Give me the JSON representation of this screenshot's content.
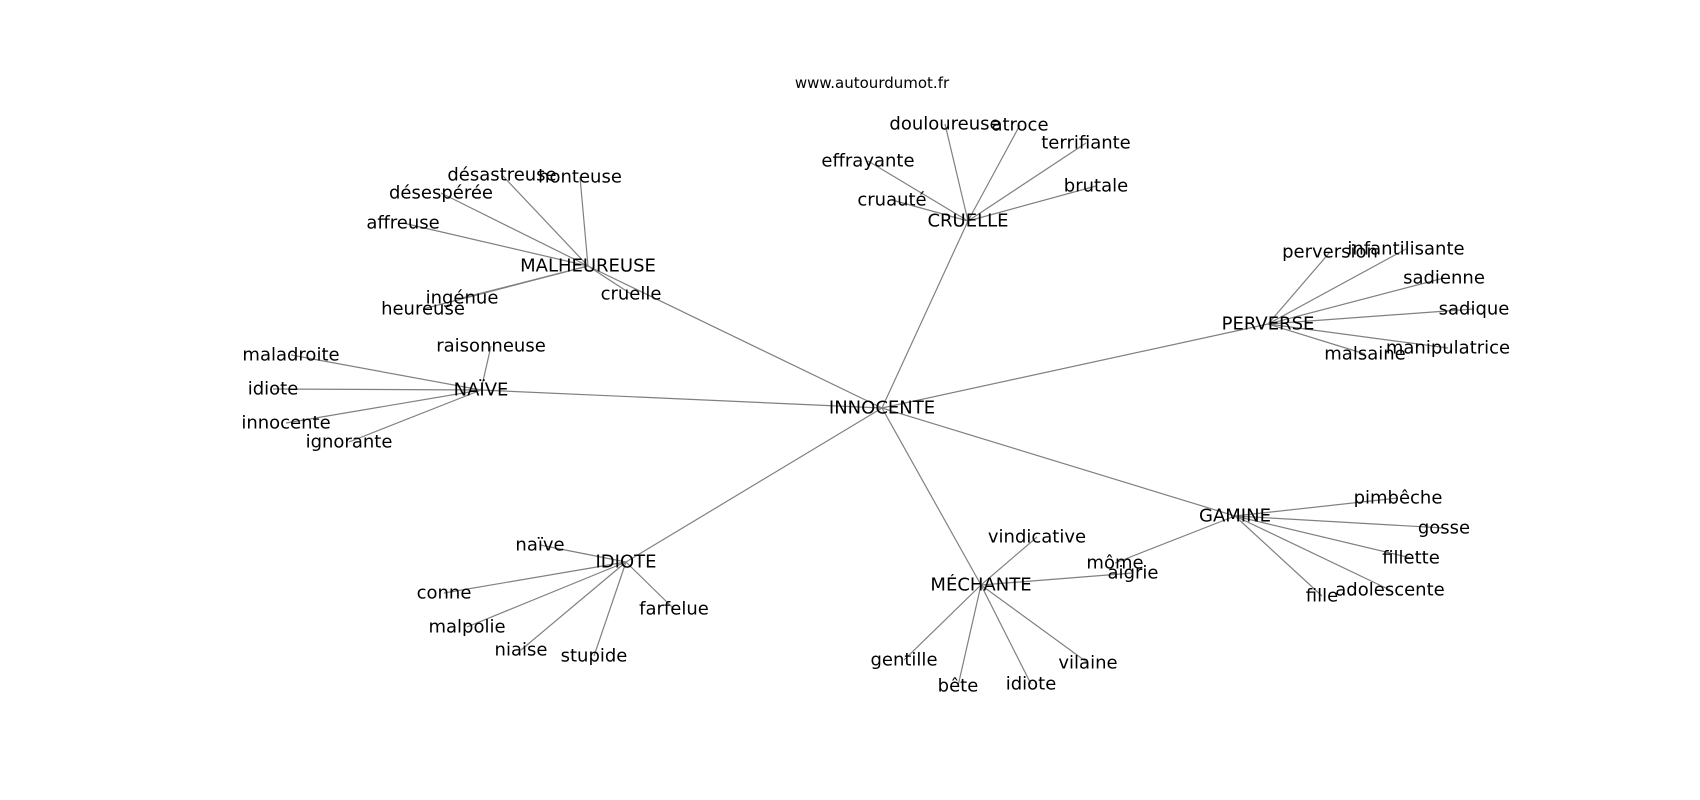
{
  "source": "www.autourdumot.fr",
  "colors": {
    "edge": "#808080",
    "text": "#000000",
    "background": "#ffffff"
  },
  "graph": {
    "center": "INNOCENTE",
    "clusters": [
      {
        "hub": "MALHEUREUSE",
        "leaves": [
          "désastreuse",
          "honteuse",
          "désespérée",
          "affreuse",
          "ingénue",
          "heureuse",
          "cruelle"
        ]
      },
      {
        "hub": "CRUELLE",
        "leaves": [
          "douloureuse",
          "atroce",
          "terrifiante",
          "effrayante",
          "cruauté",
          "brutale"
        ]
      },
      {
        "hub": "PERVERSE",
        "leaves": [
          "perversion",
          "infantilisante",
          "sadienne",
          "sadique",
          "manipulatrice",
          "malsaine"
        ]
      },
      {
        "hub": "NAÏVE",
        "leaves": [
          "raisonneuse",
          "maladroite",
          "idiote",
          "innocente",
          "ignorante"
        ]
      },
      {
        "hub": "GAMINE",
        "leaves": [
          "pimbêche",
          "gosse",
          "fillette",
          "adolescente",
          "fille",
          "môme"
        ]
      },
      {
        "hub": "IDIOTE",
        "leaves": [
          "naïve",
          "conne",
          "malpolie",
          "niaise",
          "stupide",
          "farfelue"
        ]
      },
      {
        "hub": "MÉCHANTE",
        "leaves": [
          "vindicative",
          "aigrie",
          "gentille",
          "bête",
          "idiote",
          "vilaine"
        ]
      }
    ]
  }
}
